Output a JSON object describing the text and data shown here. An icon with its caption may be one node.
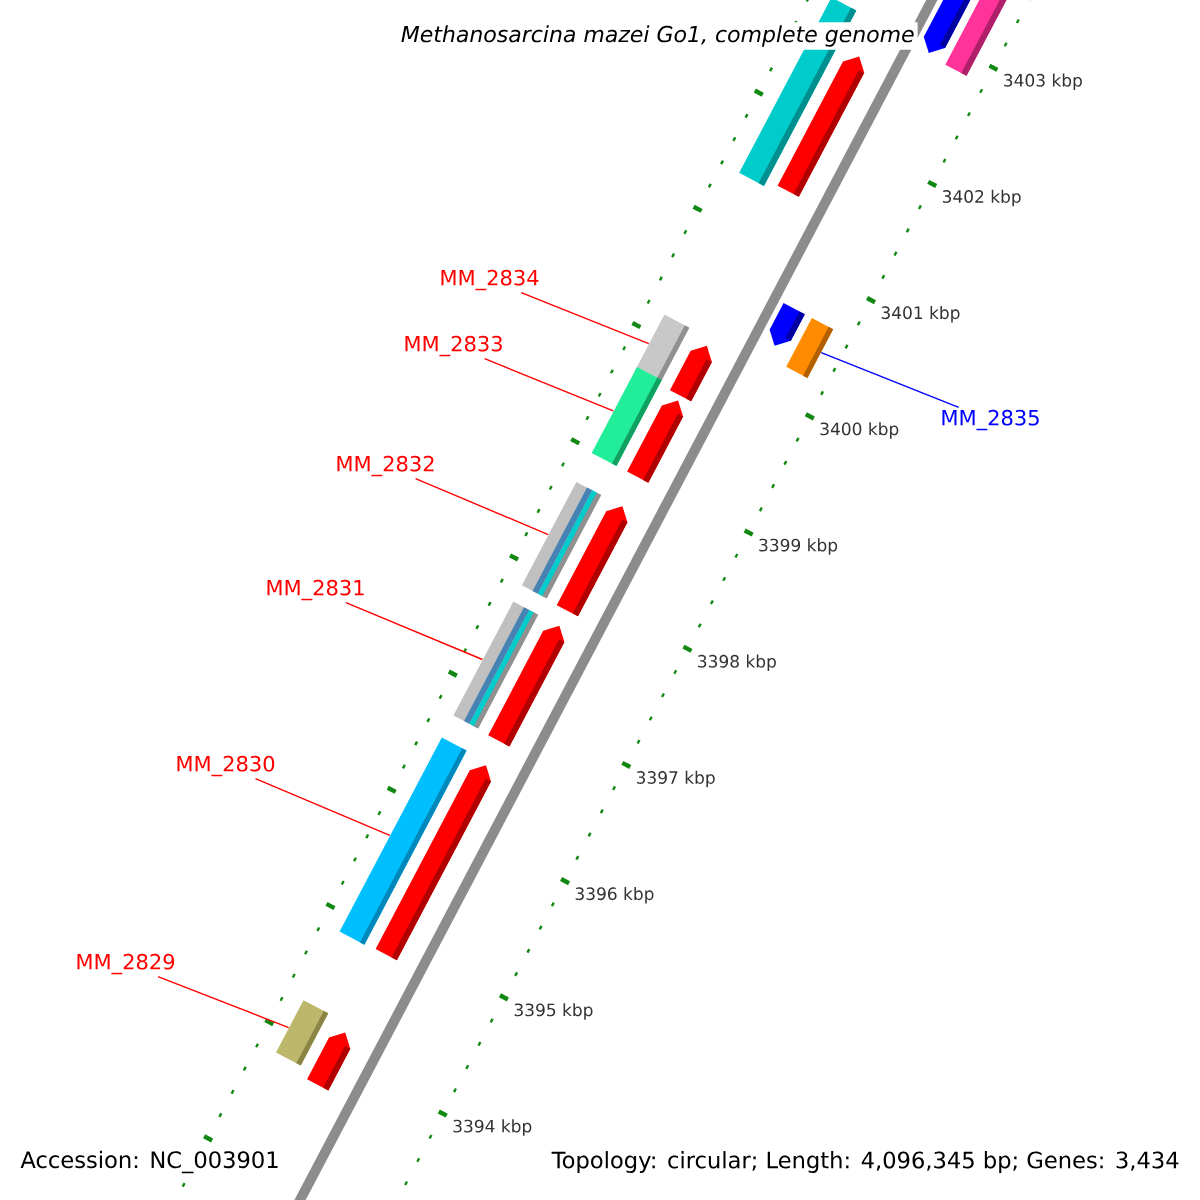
{
  "diagram": {
    "title": "Methanosarcina mazei Go1, complete genome",
    "nodes": [
      {
        "text": [
          "MM_2834"
        ]
      },
      {
        "text": [
          "MM_2833"
        ]
      },
      {
        "text": [
          "MM_2835"
        ]
      },
      {
        "text": [
          "MM_2832"
        ]
      },
      {
        "text": [
          "MM_2831"
        ]
      },
      {
        "text": [
          "MM_2830"
        ]
      },
      {
        "text": [
          "MM_2829"
        ]
      },
      {
        "text": [],
        "shape": "box"
      },
      {
        "text": [],
        "shape": "box"
      },
      {
        "text": [],
        "shape": "box"
      },
      {
        "text": [],
        "shape": "box"
      },
      {
        "text": [],
        "shape": "box"
      },
      {
        "text": [],
        "shape": "box"
      },
      {
        "text": [],
        "shape": "box"
      }
    ],
    "edges": [
      {
        "from": 0,
        "to": 7,
        "arrow": "none"
      },
      {
        "from": 1,
        "to": 8,
        "arrow": "none"
      },
      {
        "from": 2,
        "to": 9,
        "arrow": "none",
        "color": "#0000ff"
      },
      {
        "from": 3,
        "to": 10,
        "arrow": "none"
      },
      {
        "from": 4,
        "to": 11,
        "arrow": "none"
      },
      {
        "from": 5,
        "to": 12,
        "arrow": "none"
      },
      {
        "from": 6,
        "to": 13,
        "arrow": "none"
      }
    ],
    "labels": [
      "3403 kbp",
      "3402 kbp",
      "3401 kbp",
      "3400 kbp",
      "3399 kbp",
      "3398 kbp",
      "3397 kbp",
      "3396 kbp",
      "3395 kbp",
      "3394 kbp",
      "Accession: NC_003901",
      "Topology: circular; Length: 4,096,345 bp; Genes: 3,434"
    ]
  }
}
